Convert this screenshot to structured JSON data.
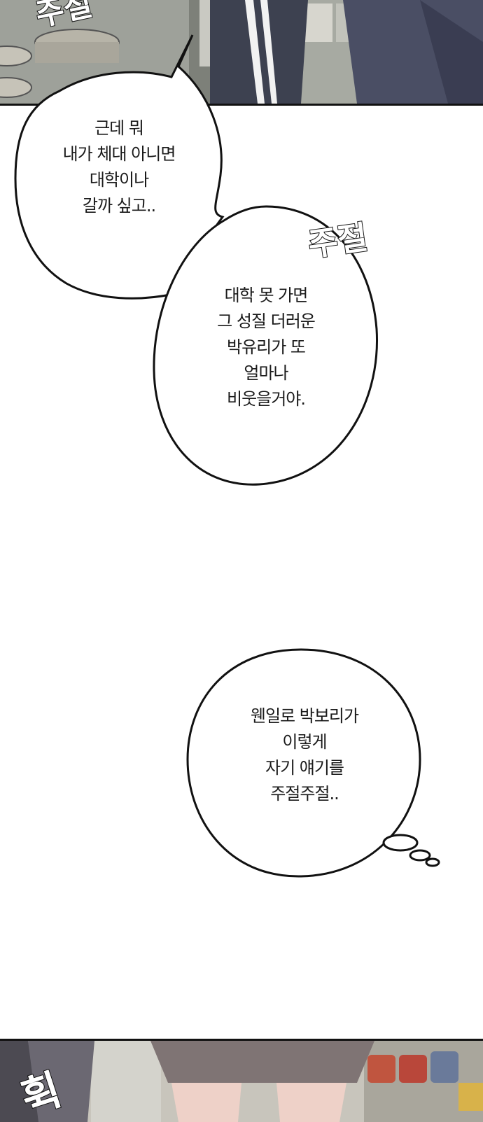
{
  "bubbles": {
    "bubble1": {
      "lines": [
        "근데 뭐",
        "내가 체대 아니면",
        "대학이나",
        "갈까 싶고.."
      ]
    },
    "bubble2": {
      "lines": [
        "대학 못 가면",
        "그 성질 더러운",
        "박유리가 또",
        "얼마나",
        "비웃을거야."
      ]
    },
    "bubble3": {
      "lines": [
        "웬일로 박보리가",
        "이렇게",
        "자기 얘기를",
        "주절주절.."
      ]
    }
  },
  "sfx": {
    "top_partial": "주절",
    "middle": "주절",
    "bottom_partial": "휙"
  },
  "colors": {
    "panel_top_bg": "#8c8f87",
    "panel_bottom_bg": "#b9b5ac",
    "outline": "#111111",
    "text": "#1a1a1a"
  }
}
